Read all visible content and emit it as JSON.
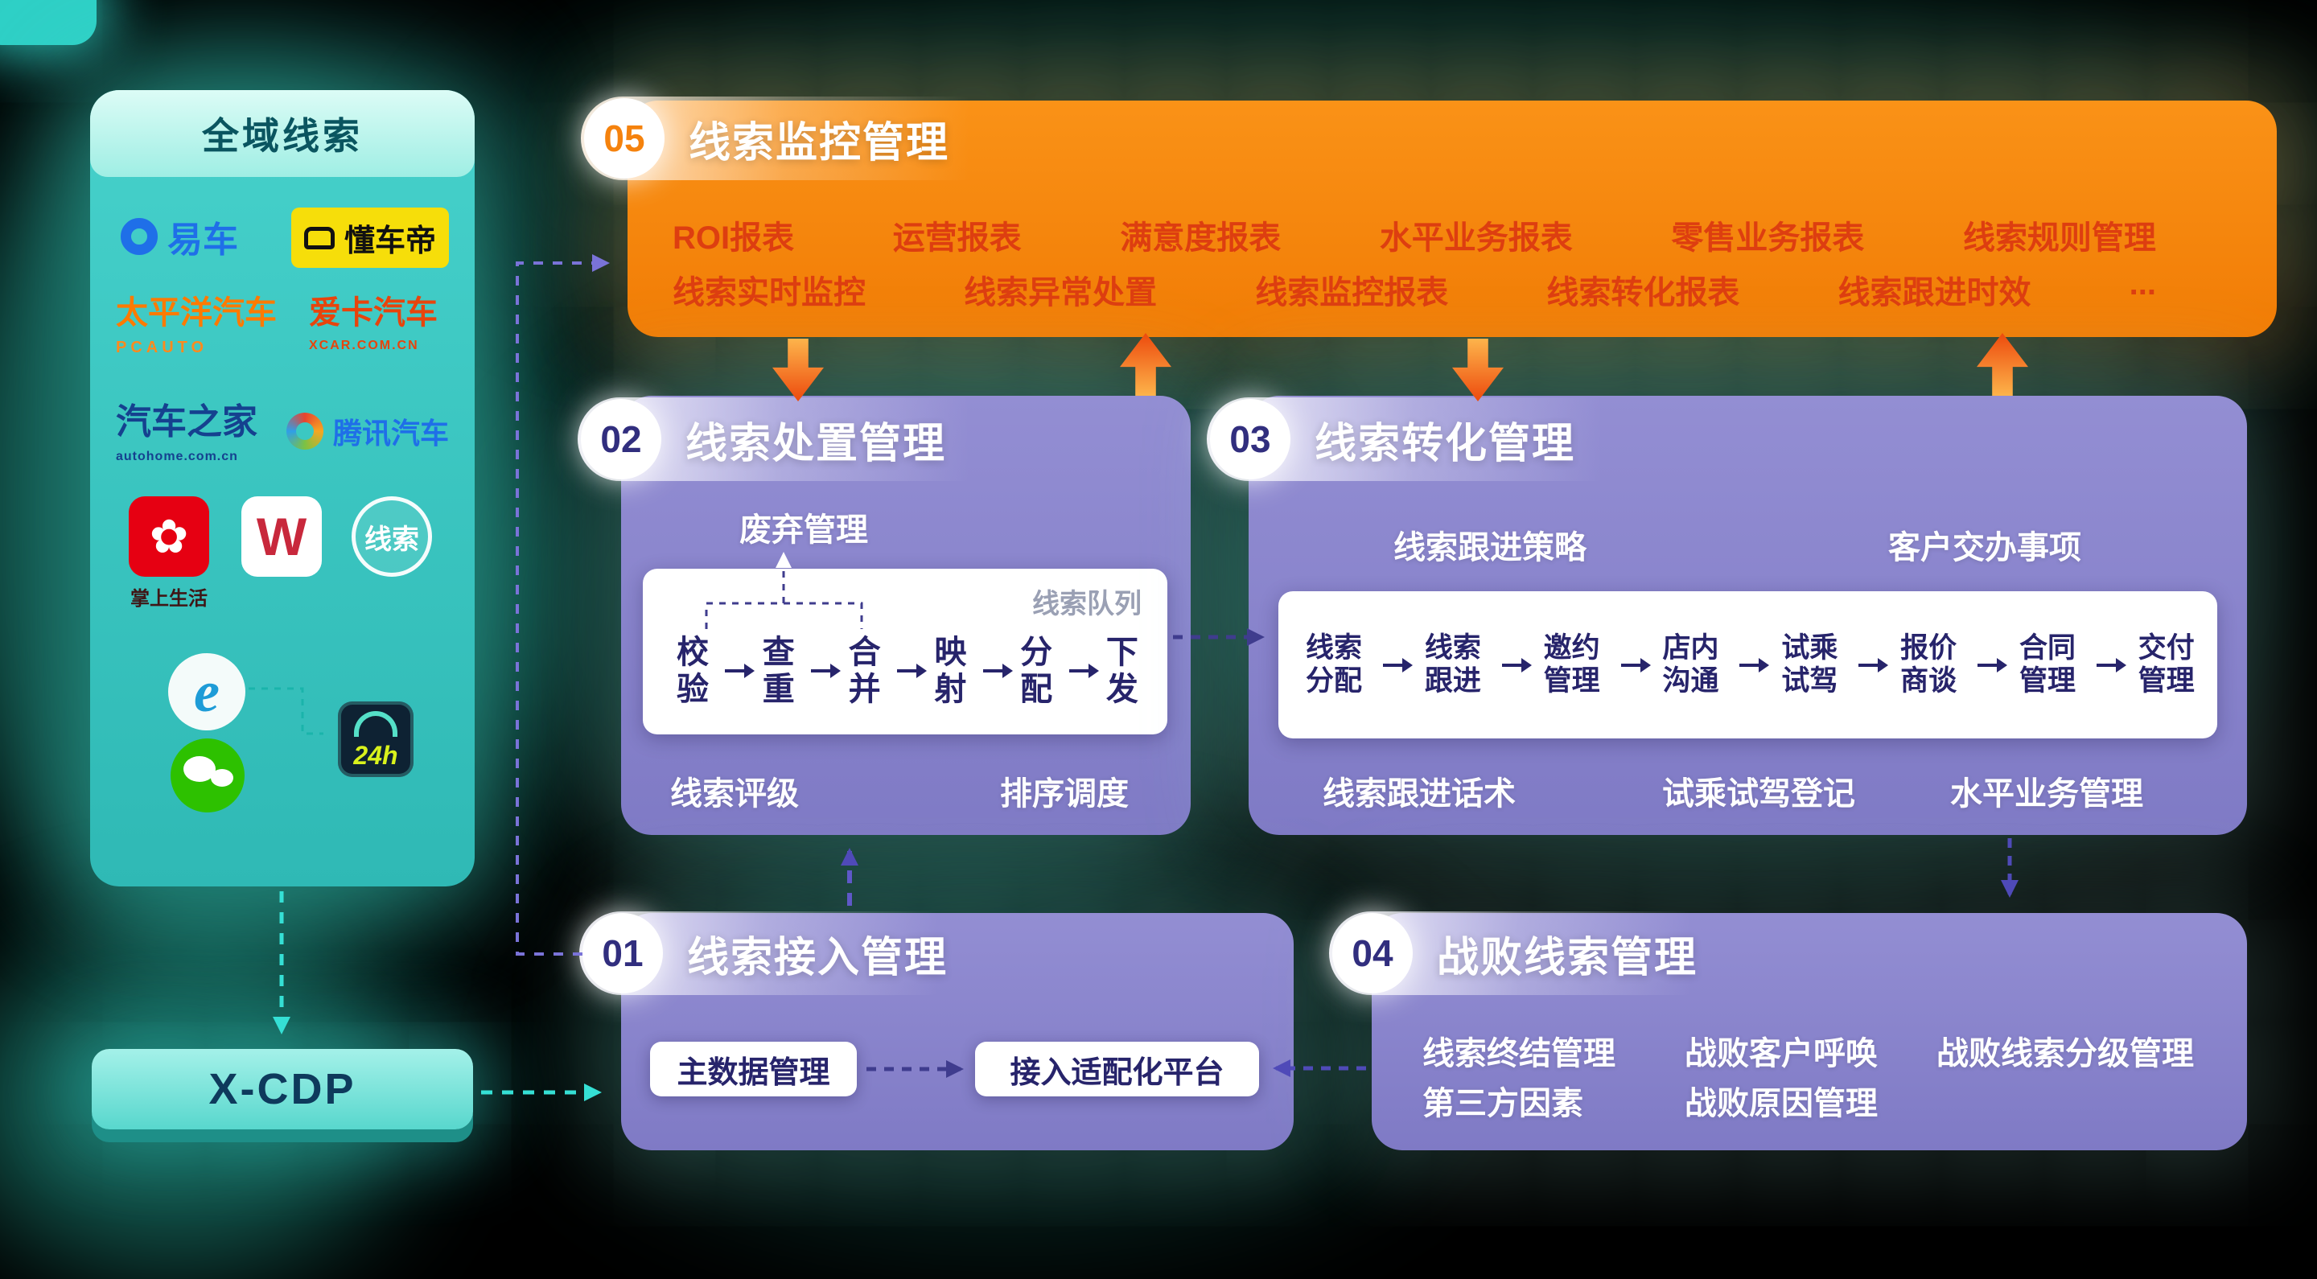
{
  "colors": {
    "background": "#000000",
    "sidebar_teal": "#3BC8C2",
    "panel_orange": "#F5860F",
    "panel_purple": "#8A85CB",
    "flow_text_navy": "#27246B",
    "monitor_item_red": "#DD3E10",
    "accent_teal": "#35E0D5",
    "connector_purple": "#7A73D8"
  },
  "sidebar": {
    "title": "全域线索",
    "logos": {
      "yiche": "易车",
      "dongchedi": "懂车帝",
      "pcauto": "太平洋汽车",
      "pcauto_sub": "PCAUTO",
      "xcar": "爱卡汽车",
      "xcar_sub": "XCAR.COM.CN",
      "autohome": "汽车之家",
      "autohome_sub": "autohome.com.cn",
      "tencent": "腾讯汽车",
      "zhangshang_glyph": "✿",
      "zhangshang": "掌上生活",
      "w": "W",
      "xiansuo": "线索",
      "ie_e": "e",
      "h24": "24h"
    }
  },
  "xcdp": {
    "label": "X-CDP"
  },
  "monitor": {
    "number": "05",
    "title": "线索监控管理",
    "row1": [
      "ROI报表",
      "运营报表",
      "满意度报表",
      "水平业务报表",
      "零售业务报表",
      "线索规则管理"
    ],
    "row2": [
      "线索实时监控",
      "线索异常处置",
      "线索监控报表",
      "线索转化报表",
      "线索跟进时效",
      "..."
    ]
  },
  "disposal": {
    "number": "02",
    "title": "线索处置管理",
    "discard": "废弃管理",
    "queue": "线索队列",
    "flow": [
      "校\n验",
      "查\n重",
      "合\n并",
      "映\n射",
      "分\n配",
      "下\n发"
    ],
    "bottom": [
      "线索评级",
      "排序调度"
    ]
  },
  "conversion": {
    "number": "03",
    "title": "线索转化管理",
    "top": [
      "线索跟进策略",
      "客户交办事项"
    ],
    "flow": [
      "线索\n分配",
      "线索\n跟进",
      "邀约\n管理",
      "店内\n沟通",
      "试乘\n试驾",
      "报价\n商谈",
      "合同\n管理",
      "交付\n管理"
    ],
    "bottom": [
      "线索跟进话术",
      "试乘试驾登记",
      "水平业务管理"
    ]
  },
  "access": {
    "number": "01",
    "title": "线索接入管理",
    "nodes": [
      "主数据管理",
      "接入适配化平台"
    ]
  },
  "defeat": {
    "number": "04",
    "title": "战败线索管理",
    "row1": [
      "线索终结管理",
      "战败客户呼唤",
      "战败线索分级管理"
    ],
    "row2": [
      "第三方因素",
      "战败原因管理"
    ]
  }
}
